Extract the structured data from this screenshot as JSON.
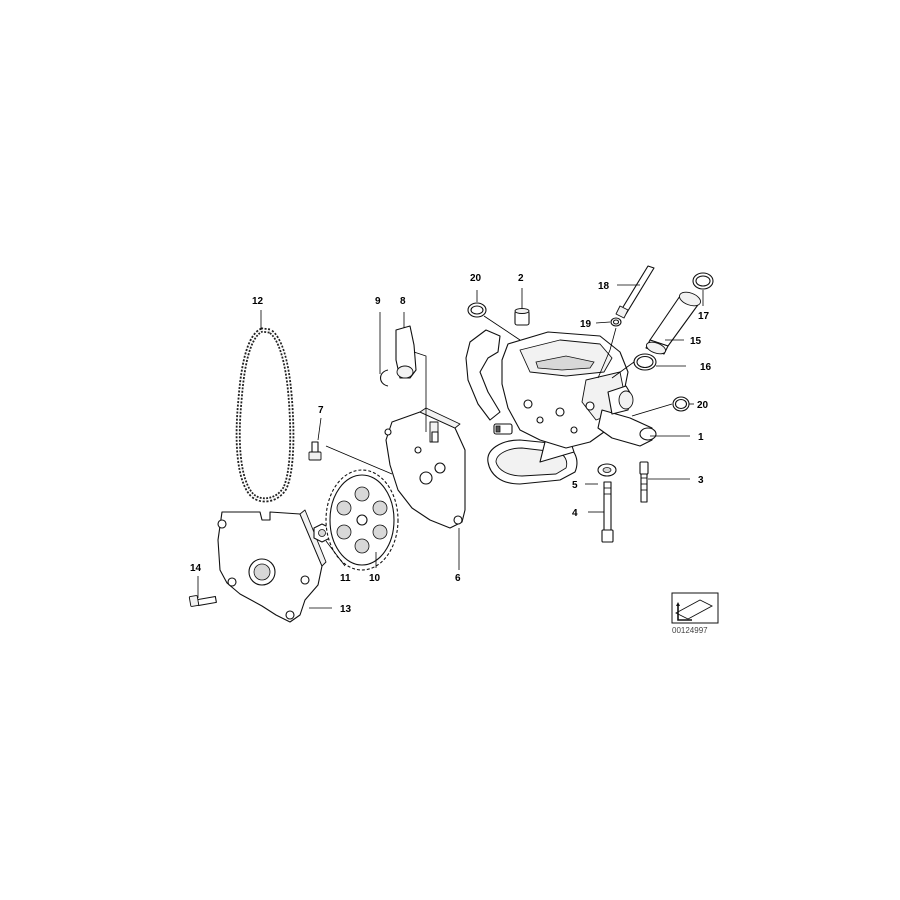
{
  "diagram": {
    "catalog_id": "00124997",
    "labels": {
      "p1": "1",
      "p2": "2",
      "p3": "3",
      "p4": "4",
      "p5": "5",
      "p6": "6",
      "p7": "7",
      "p8": "8",
      "p9": "9",
      "p10": "10",
      "p11": "11",
      "p12": "12",
      "p13": "13",
      "p14": "14",
      "p15": "15",
      "p16": "16",
      "p17": "17",
      "p18": "18",
      "p19": "19",
      "p20a": "20",
      "p20b": "20"
    }
  }
}
